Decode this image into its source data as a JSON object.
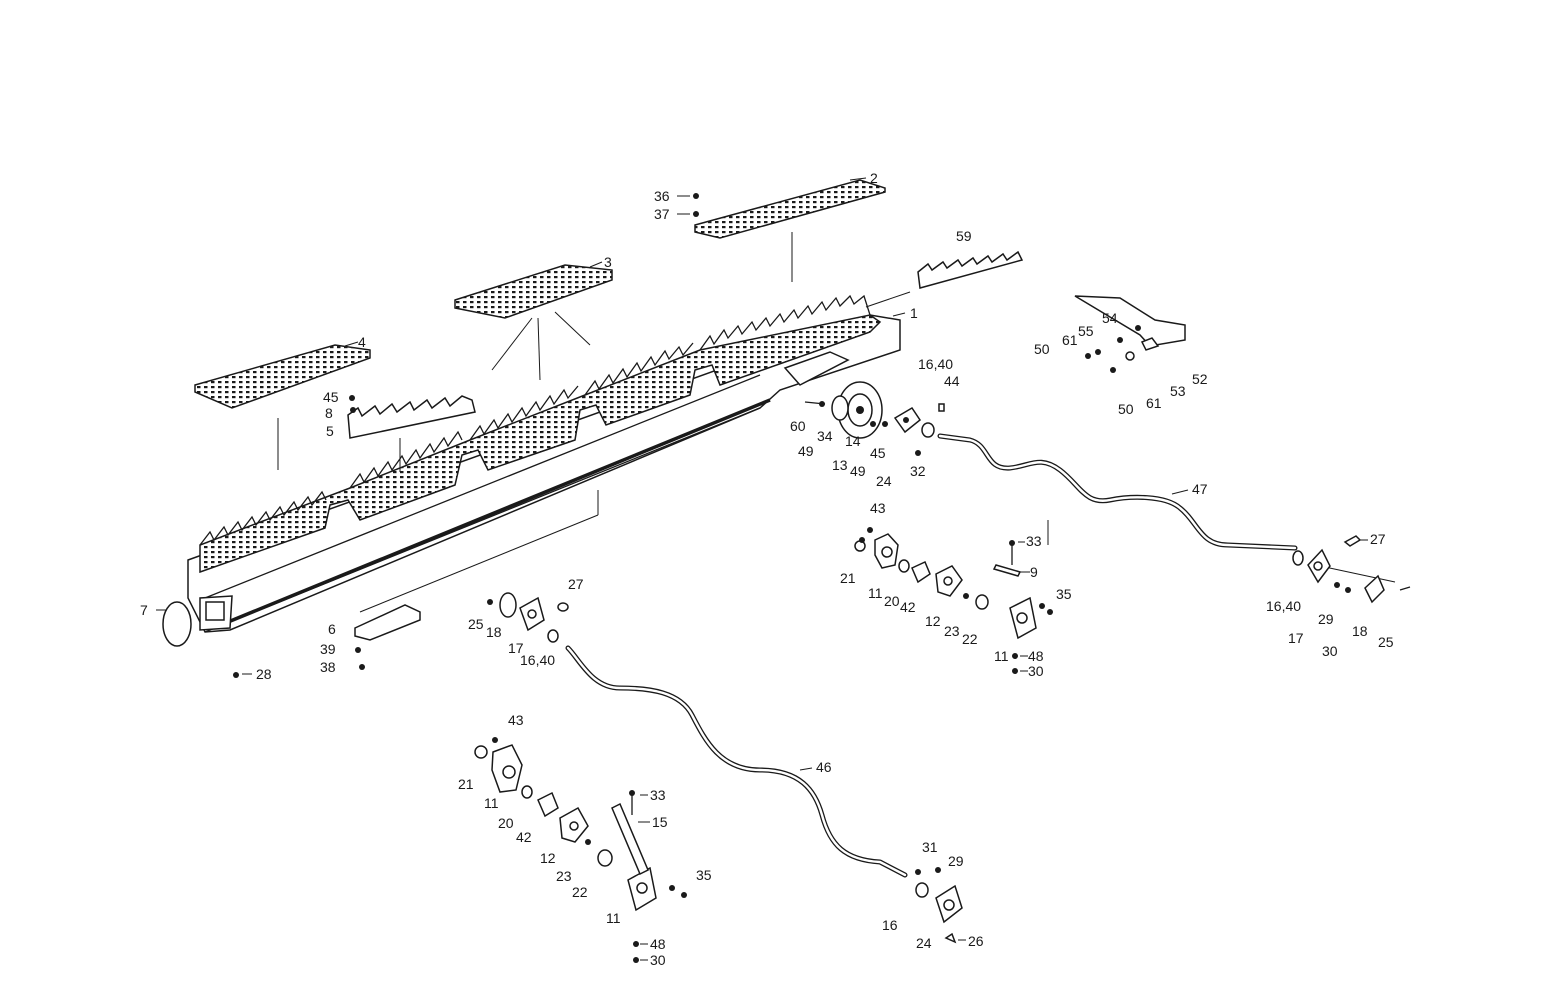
{
  "labels": {
    "l1": "1",
    "l2": "2",
    "l3": "3",
    "l4": "4",
    "l5": "5",
    "l6": "6",
    "l7": "7",
    "l8": "8",
    "l9": "9",
    "l11a": "11",
    "l11b": "11",
    "l11c": "11",
    "l12a": "12",
    "l12b": "12",
    "l13": "13",
    "l14": "14",
    "l15": "15",
    "l1640a": "16,40",
    "l1640b": "16,40",
    "l1640c": "16,40",
    "l16": "16",
    "l17a": "17",
    "l17b": "17",
    "l18a": "18",
    "l18b": "18",
    "l20a": "20",
    "l20b": "20",
    "l21a": "21",
    "l21b": "21",
    "l22a": "22",
    "l22b": "22",
    "l23a": "23",
    "l23b": "23",
    "l24a": "24",
    "l24b": "24",
    "l25a": "25",
    "l25b": "25",
    "l26": "26",
    "l27a": "27",
    "l27b": "27",
    "l28": "28",
    "l29a": "29",
    "l29b": "29",
    "l30a": "30",
    "l30b": "30",
    "l30c": "30",
    "l31": "31",
    "l32": "32",
    "l33a": "33",
    "l33b": "33",
    "l34": "34",
    "l35a": "35",
    "l35b": "35",
    "l36": "36",
    "l37": "37",
    "l38": "38",
    "l39": "39",
    "l42a": "42",
    "l42b": "42",
    "l43a": "43",
    "l43b": "43",
    "l44": "44",
    "l45a": "45",
    "l45b": "45",
    "l46": "46",
    "l47": "47",
    "l48a": "48",
    "l48b": "48",
    "l49a": "49",
    "l49b": "49",
    "l50a": "50",
    "l50b": "50",
    "l52": "52",
    "l53": "53",
    "l54": "54",
    "l55": "55",
    "l59": "59",
    "l60": "60",
    "l61a": "61",
    "l61b": "61"
  }
}
